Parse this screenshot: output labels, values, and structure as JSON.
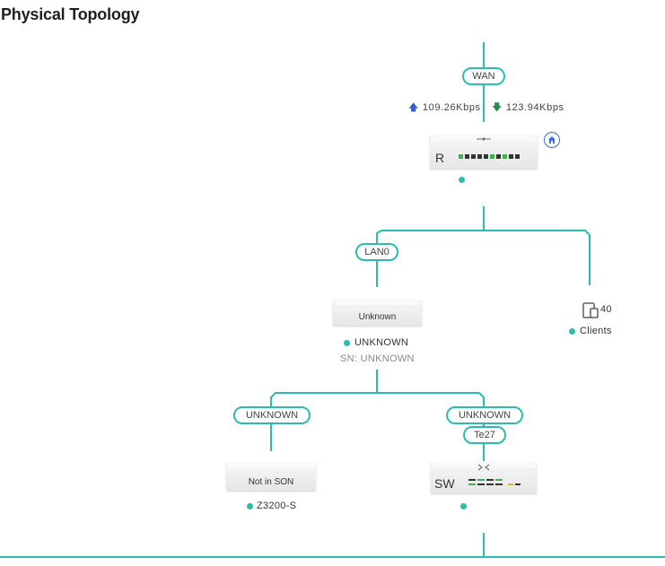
{
  "page": {
    "title": "Physical Topology"
  },
  "colors": {
    "link": "#2bbcae",
    "accent": "#3d6fd6",
    "port_on": "#3cb44b",
    "port_off": "#333333"
  },
  "wan": {
    "label": "WAN",
    "upload_rate": "109.26Kbps",
    "download_rate": "123.94Kbps",
    "upload_icon": "arrow-up-icon",
    "download_icon": "arrow-down-icon"
  },
  "router": {
    "label": "R",
    "icon": "home-icon"
  },
  "lan": {
    "label": "LAN0"
  },
  "unknown_device": {
    "name": "Unknown",
    "status": "UNKNOWN",
    "serial": "SN: UNKNOWN"
  },
  "clients": {
    "count": "40",
    "label": "Clients",
    "icon": "device-icon"
  },
  "left_branch": {
    "port": "UNKNOWN",
    "device_name": "Not in SON",
    "model": "Z3200-S"
  },
  "right_branch": {
    "port": "UNKNOWN",
    "uplink": "Te27",
    "label": "SW"
  }
}
